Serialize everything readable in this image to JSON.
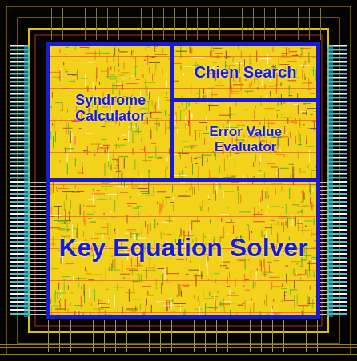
{
  "diagram": {
    "nodes": [
      {
        "text": [
          "Syndrome Calculator"
        ]
      },
      {
        "text": [
          "Chien Search"
        ]
      },
      {
        "text": [
          "Error Value Evaluator"
        ]
      },
      {
        "text": [
          "Key Equation Solver"
        ]
      }
    ]
  }
}
